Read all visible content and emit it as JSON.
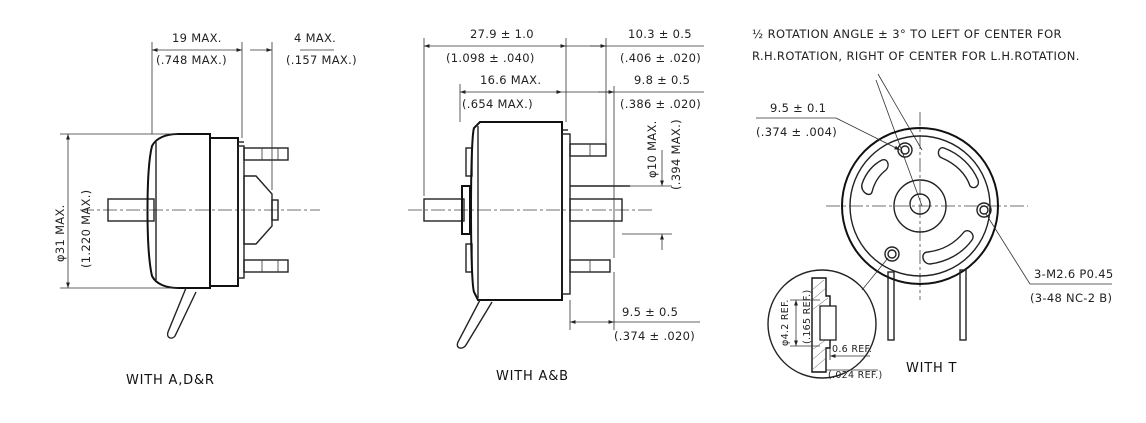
{
  "view1": {
    "caption": "WITH A,D&R",
    "dim_width": "19 MAX.",
    "dim_width_in": "(.748 MAX.)",
    "dim_terminal": "4 MAX.",
    "dim_terminal_in": "(.157 MAX.)",
    "dim_dia": "φ31 MAX.",
    "dim_dia_in": "(1.220 MAX.)"
  },
  "view2": {
    "caption": "WITH A&B",
    "dim_total": "27.9 ± 1.0",
    "dim_total_in": "(1.098 ± .040)",
    "dim_body": "16.6 MAX.",
    "dim_body_in": "(.654 MAX.)",
    "dim_t1": "10.3 ± 0.5",
    "dim_t1_in": "(.406 ± .020)",
    "dim_t2": "9.8 ± 0.5",
    "dim_t2_in": "(.386 ± .020)",
    "dim_shaft": "φ10 MAX.",
    "dim_shaft_in": "(.394 MAX.)",
    "dim_t3": "9.5 ± 0.5",
    "dim_t3_in": "(.374 ± .020)"
  },
  "view3": {
    "caption": "WITH T",
    "note_line1": "½ ROTATION ANGLE ± 3° TO LEFT OF CENTER FOR",
    "note_line2": "R.H.ROTATION, RIGHT OF CENTER FOR L.H.ROTATION.",
    "dim_hole": "9.5 ± 0.1",
    "dim_hole_in": "(.374 ± .004)",
    "dim_screw": "3-M2.6 P0.45",
    "dim_screw_in": "(3-48 NC-2 B)",
    "detail_dia": "φ4.2 REF.",
    "detail_dia_in": "(.165 REF.)",
    "detail_thk": "0.6 REF.",
    "detail_thk_in": "(.024 REF.)"
  }
}
